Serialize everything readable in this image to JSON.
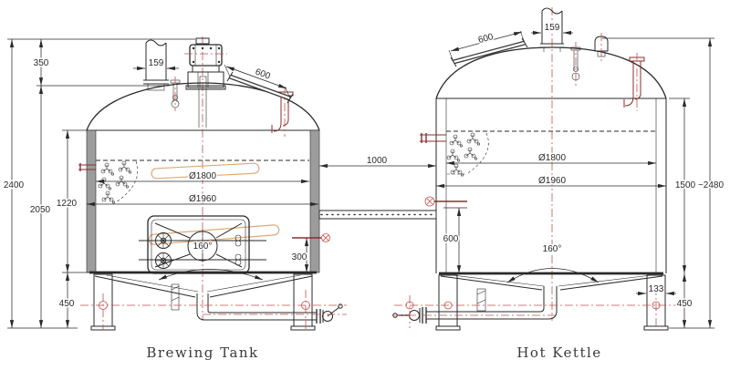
{
  "labels": {
    "left_tank": "Brewing Tank",
    "right_tank": "Hot Kettle"
  },
  "dimensions": {
    "brewing_tank": {
      "overall_height": "2400",
      "height_to_stack_base": "2050",
      "stack_extension": "350",
      "stack_diameter": "159",
      "manway_length": "600",
      "inner_diameter": "Ø1800",
      "jacket_diameter": "Ø1960",
      "shell_height": "1220",
      "leg_height": "450",
      "bottom_cone_angle": "160°",
      "outlet_nozzle_height": "300"
    },
    "spacing_between_tanks": "1000",
    "hot_kettle": {
      "overall_height": "~2480",
      "shell_height": "1500",
      "manway_length": "600",
      "stack_diameter": "159",
      "inner_diameter": "Ø1800",
      "jacket_diameter": "Ø1960",
      "side_nozzle_height": "600",
      "bottom_cone_angle": "160°",
      "leg_width": "133",
      "leg_height": "450"
    }
  },
  "colors": {
    "line": "#2a2a2a",
    "centerline": "#c0504d",
    "pipe": "#8b2e2e",
    "rake": "#dfa878",
    "wall": "#9c9c9c",
    "background": "#ffffff",
    "label_text": "#3a3a3a"
  }
}
